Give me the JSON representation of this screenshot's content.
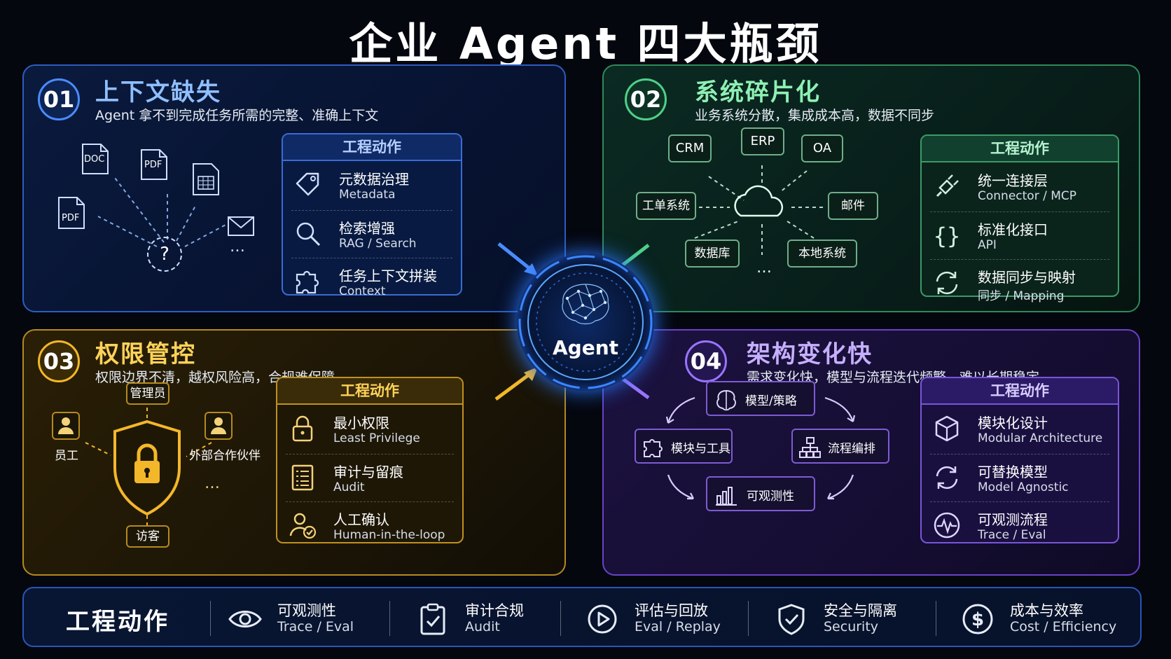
{
  "title": "企业 Agent 四大瓶颈",
  "center": {
    "label": "Agent"
  },
  "action_heading": "工程动作",
  "panels": [
    {
      "num": "01",
      "title": "上下文缺失",
      "subtitle": "Agent 拿不到完成任务所需的完整、准确上下文",
      "color": "#4a8cff",
      "doc_labels": [
        "DOC",
        "PDF",
        "PDF"
      ],
      "question": "?",
      "more": "…",
      "actions": [
        {
          "zh": "元数据治理",
          "en": "Metadata",
          "icon": "tag-icon"
        },
        {
          "zh": "检索增强",
          "en": "RAG / Search",
          "icon": "search-icon"
        },
        {
          "zh": "任务上下文拼装",
          "en": "Context",
          "icon": "puzzle-icon"
        }
      ]
    },
    {
      "num": "02",
      "title": "系统碎片化",
      "subtitle": "业务系统分散，集成成本高，数据不同步",
      "color": "#4fd08a",
      "systems": [
        "CRM",
        "ERP",
        "OA",
        "工单系统",
        "邮件",
        "数据库",
        "本地系统"
      ],
      "more": "…",
      "actions": [
        {
          "zh": "统一连接层",
          "en": "Connector / MCP",
          "icon": "plug-icon"
        },
        {
          "zh": "标准化接口",
          "en": "API",
          "icon": "braces-icon"
        },
        {
          "zh": "数据同步与映射",
          "en": "同步 / Mapping",
          "icon": "sync-icon"
        }
      ]
    },
    {
      "num": "03",
      "title": "权限管控",
      "subtitle": "权限边界不清，越权风险高，合规难保障",
      "color": "#f3b72a",
      "roles": [
        "管理员",
        "员工",
        "外部合作伙伴",
        "访客"
      ],
      "more": "…",
      "actions": [
        {
          "zh": "最小权限",
          "en": "Least  Privilege",
          "icon": "lock-icon"
        },
        {
          "zh": "审计与留痕",
          "en": "Audit",
          "icon": "checklist-icon"
        },
        {
          "zh": "人工确认",
          "en": "Human-in-the-loop",
          "icon": "user-check-icon"
        }
      ]
    },
    {
      "num": "04",
      "title": "架构变化快",
      "subtitle": "需求变化快，模型与流程迭代频繁，难以长期稳定",
      "color": "#9a74ff",
      "nodes": [
        "模型/策略",
        "模块与工具",
        "流程编排",
        "可观测性"
      ],
      "actions": [
        {
          "zh": "模块化设计",
          "en": "Modular Architecture",
          "icon": "cube-icon"
        },
        {
          "zh": "可替换模型",
          "en": "Model Agnostic",
          "icon": "swap-icon"
        },
        {
          "zh": "可观测流程",
          "en": "Trace / Eval",
          "icon": "pulse-icon"
        }
      ]
    }
  ],
  "bottom": {
    "title": "工程动作",
    "items": [
      {
        "zh": "可观测性",
        "en": "Trace / Eval",
        "icon": "eye-icon"
      },
      {
        "zh": "审计合规",
        "en": "Audit",
        "icon": "clipboard-check-icon"
      },
      {
        "zh": "评估与回放",
        "en": "Eval / Replay",
        "icon": "play-icon"
      },
      {
        "zh": "安全与隔离",
        "en": "Security",
        "icon": "shield-check-icon"
      },
      {
        "zh": "成本与效率",
        "en": "Cost / Efficiency",
        "icon": "dollar-icon"
      }
    ]
  }
}
